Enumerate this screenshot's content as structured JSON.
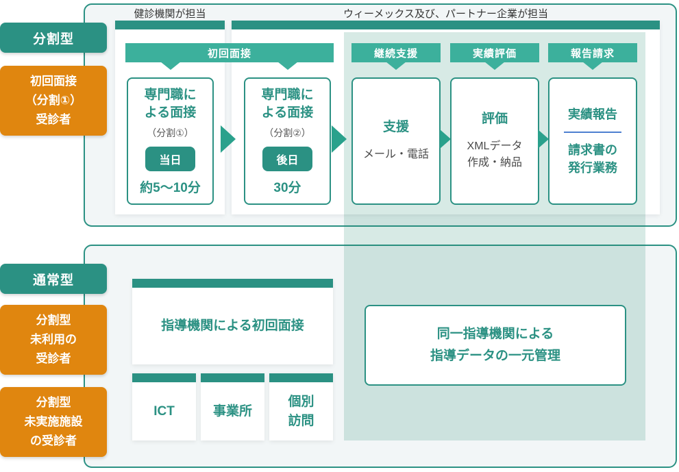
{
  "palette": {
    "teal_dark": "#2b9183",
    "teal_banner": "#3cb09c",
    "teal_arrow": "#2aa18c",
    "orange": "#e0860f",
    "blue_divider": "#4d7fd0",
    "section_bg": "#f2f6f7",
    "mint_band": "#d8e8e3",
    "text_gray": "#4a4a4a",
    "text_dark": "#333333"
  },
  "top": {
    "header_left": "健診機関が担当",
    "header_right": "ウィーメックス及び、パートナー企業が担当",
    "type_label": "分割型",
    "patient_label": {
      "line1": "初回面接",
      "line2": "（分割①）",
      "line3": "受診者"
    },
    "banner_interview": "初回面接",
    "banner_support": "継続支援",
    "banner_eval": "実績評価",
    "banner_billing": "報告請求",
    "box1": {
      "title1": "専門職に",
      "title2": "よる面接",
      "sub": "（分割①）",
      "badge": "当日",
      "duration": "約5〜10分"
    },
    "box2": {
      "title1": "専門職に",
      "title2": "よる面接",
      "sub": "（分割②）",
      "badge": "後日",
      "duration": "30分"
    },
    "box3": {
      "title": "支援",
      "desc": "メール・電話"
    },
    "box4": {
      "title": "評価",
      "desc1": "XMLデータ",
      "desc2": "作成・納品"
    },
    "box5": {
      "title": "実績報告",
      "desc1": "請求書の",
      "desc2": "発行業務"
    }
  },
  "bottom": {
    "type_label": "通常型",
    "patient_label1": {
      "line1": "分割型",
      "line2": "未利用の",
      "line3": "受診者"
    },
    "patient_label2": {
      "line1": "分割型",
      "line2": "未実施施設",
      "line3": "の受診者"
    },
    "interview_box": "指導機関による初回面接",
    "ict_box": "ICT",
    "office_box": "事業所",
    "visit_box": {
      "line1": "個別",
      "line2": "訪問"
    },
    "manage_box": {
      "line1": "同一指導機関による",
      "line2": "指導データの一元管理"
    }
  }
}
